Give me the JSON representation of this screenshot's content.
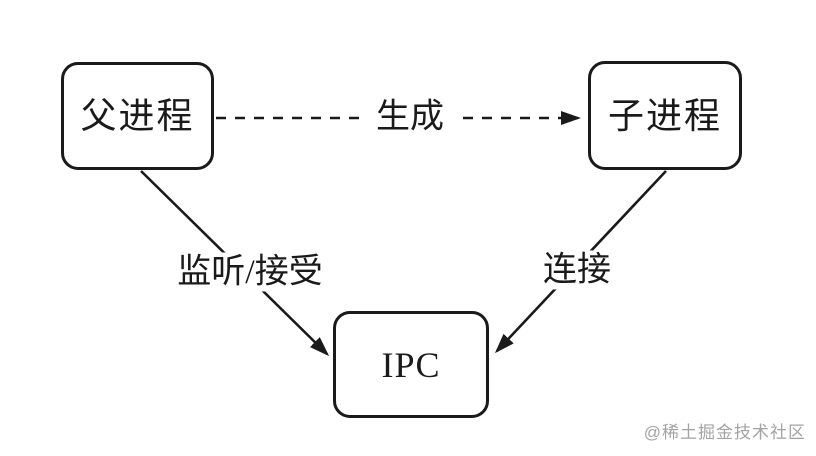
{
  "diagram": {
    "nodes": {
      "parent": {
        "label": "父进程"
      },
      "child": {
        "label": "子进程"
      },
      "ipc": {
        "label": "IPC"
      }
    },
    "edges": {
      "spawn": {
        "label": "生成",
        "from": "父进程",
        "to": "子进程",
        "style": "dashed-arrow"
      },
      "listen": {
        "label": "监听/接受",
        "from": "父进程",
        "to": "IPC",
        "style": "solid-arrow"
      },
      "connect": {
        "label": "连接",
        "from": "子进程",
        "to": "IPC",
        "style": "solid-arrow"
      }
    },
    "watermark": "@稀土掘金技术社区",
    "colors": {
      "ink": "#1a1a1a",
      "watermark": "#a3a3a3",
      "background": "#ffffff"
    }
  }
}
